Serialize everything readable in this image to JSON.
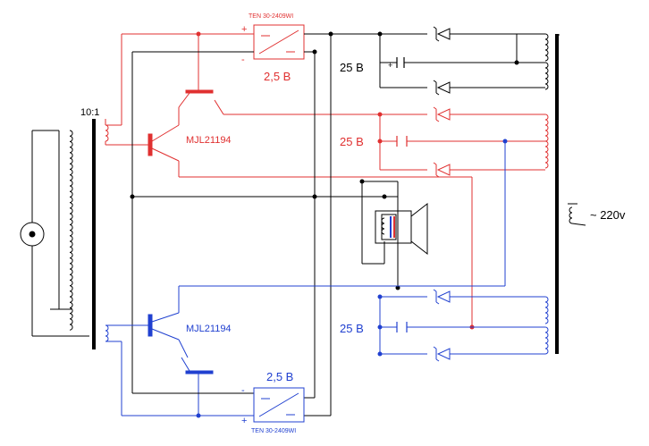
{
  "labels": {
    "ratio": "10:1",
    "converter_top_model": "TEN 30-2409WI",
    "converter_top_voltage": "2,5 В",
    "converter_top_plus": "+",
    "converter_top_minus": "-",
    "transistor_top": "MJL21194",
    "cap_top_voltage": "25 В",
    "cap_mid_voltage": "25 В",
    "cap_bottom_voltage": "25 В",
    "cap_top_plus": "+",
    "transistor_bottom": "MJL21194",
    "converter_bottom_voltage": "2,5 В",
    "converter_bottom_minus": "-",
    "converter_bottom_plus": "+",
    "converter_bottom_model": "TEN 30-2409WI",
    "mains": "~ 220v"
  },
  "colors": {
    "black": "#000000",
    "red": "#e03030",
    "blue": "#2040d0"
  }
}
